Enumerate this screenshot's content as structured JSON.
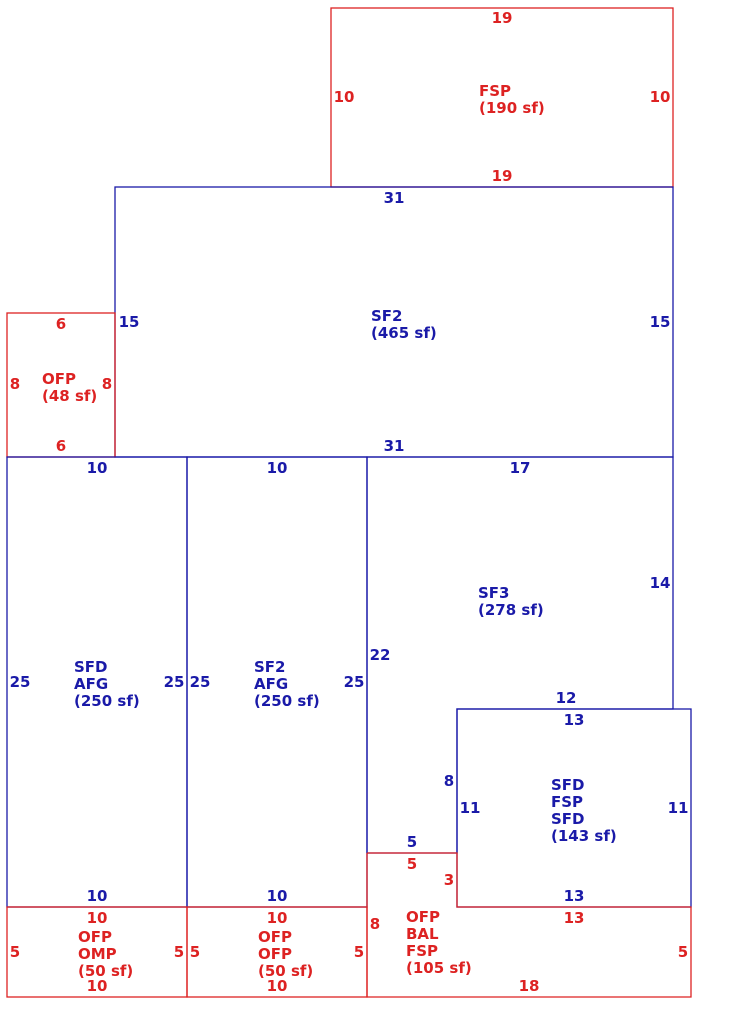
{
  "colors": {
    "red": "#dd2222",
    "blue": "#1a1aa8"
  },
  "areas": [
    {
      "id": "fsp-top",
      "color": "red",
      "label": [
        "FSP",
        "(190 sf)"
      ],
      "dims": [
        "19",
        "10",
        "10",
        "19"
      ]
    },
    {
      "id": "sf2-main",
      "color": "blue",
      "label": [
        "SF2",
        "(465 sf)"
      ],
      "dims": [
        "31",
        "15",
        "15",
        "31"
      ]
    },
    {
      "id": "ofp-left",
      "color": "red",
      "label": [
        "OFP",
        "(48 sf)"
      ],
      "dims": [
        "6",
        "8",
        "8",
        "6"
      ]
    },
    {
      "id": "sfd-afg",
      "color": "blue",
      "label": [
        "SFD",
        "AFG",
        "(250 sf)"
      ],
      "dims": [
        "10",
        "25",
        "25",
        "10"
      ]
    },
    {
      "id": "sf2-afg",
      "color": "blue",
      "label": [
        "SF2",
        "AFG",
        "(250 sf)"
      ],
      "dims": [
        "10",
        "25",
        "25",
        "10"
      ]
    },
    {
      "id": "sf3",
      "color": "blue",
      "label": [
        "SF3",
        "(278 sf)"
      ],
      "dims": [
        "17",
        "14",
        "12",
        "22",
        "8",
        "5"
      ]
    },
    {
      "id": "sfd-fsp-sfd",
      "color": "blue",
      "label": [
        "SFD",
        "FSP",
        "SFD",
        "(143 sf)"
      ],
      "dims": [
        "13",
        "11",
        "11",
        "13"
      ]
    },
    {
      "id": "ofp-omp",
      "color": "red",
      "label": [
        "OFP",
        "OMP",
        "(50 sf)"
      ],
      "dims": [
        "10",
        "5",
        "5",
        "10"
      ]
    },
    {
      "id": "ofp-ofp",
      "color": "red",
      "label": [
        "OFP",
        "OFP",
        "(50 sf)"
      ],
      "dims": [
        "10",
        "5",
        "5",
        "10"
      ]
    },
    {
      "id": "ofp-bal-fsp",
      "color": "red",
      "label": [
        "OFP",
        "BAL",
        "FSP",
        "(105 sf)"
      ],
      "dims": [
        "5",
        "3",
        "13",
        "8",
        "5",
        "18"
      ]
    }
  ]
}
